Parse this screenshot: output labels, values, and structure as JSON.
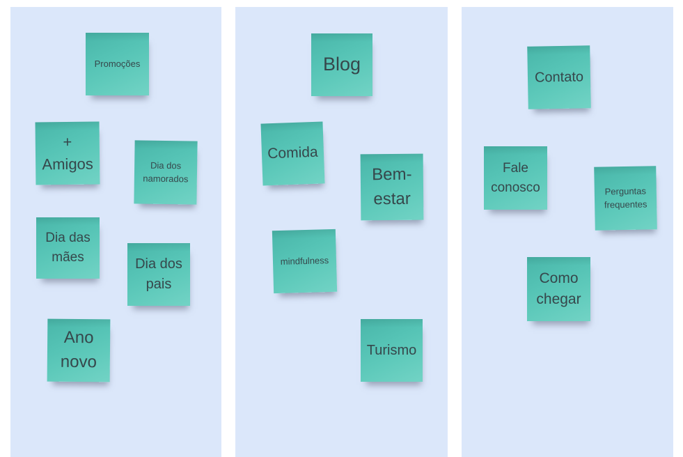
{
  "board": {
    "colors": {
      "page_background": "#ffffff",
      "column_background": "#dbe7fa",
      "note_fill": "#56c4b6",
      "note_text": "#36474b"
    },
    "columns": [
      {
        "notes": [
          {
            "text": "Promoções"
          },
          {
            "text": "+\nAmigos"
          },
          {
            "text": "Dia dos\nnamorados"
          },
          {
            "text": "Dia das\nmães"
          },
          {
            "text": "Dia dos\npais"
          },
          {
            "text": "Ano\nnovo"
          }
        ]
      },
      {
        "notes": [
          {
            "text": "Blog"
          },
          {
            "text": "Comida"
          },
          {
            "text": "Bem-\nestar"
          },
          {
            "text": "mindfulness"
          },
          {
            "text": "Turismo"
          }
        ]
      },
      {
        "notes": [
          {
            "text": "Contato"
          },
          {
            "text": "Fale\nconosco"
          },
          {
            "text": "Perguntas\nfrequentes"
          },
          {
            "text": "Como\nchegar"
          }
        ]
      }
    ]
  }
}
